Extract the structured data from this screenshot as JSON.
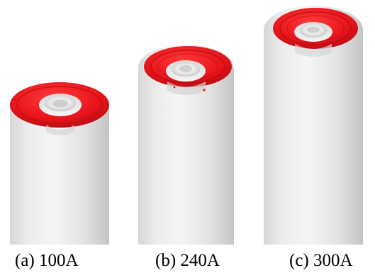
{
  "panels": [
    {
      "label": "(a) 100A",
      "object": "cylinder-electrode"
    },
    {
      "label": "(b) 240A",
      "object": "cylinder-electrode"
    },
    {
      "label": "(c) 300A",
      "object": "cylinder-electrode"
    }
  ],
  "colors": {
    "background": "#ffffff",
    "cylinder_light": "#f1f1f1",
    "cylinder_shadow": "#c9c9c9",
    "highlight_region": "#e8141b",
    "highlight_dark": "#b50a10",
    "caption_text": "#000000"
  }
}
